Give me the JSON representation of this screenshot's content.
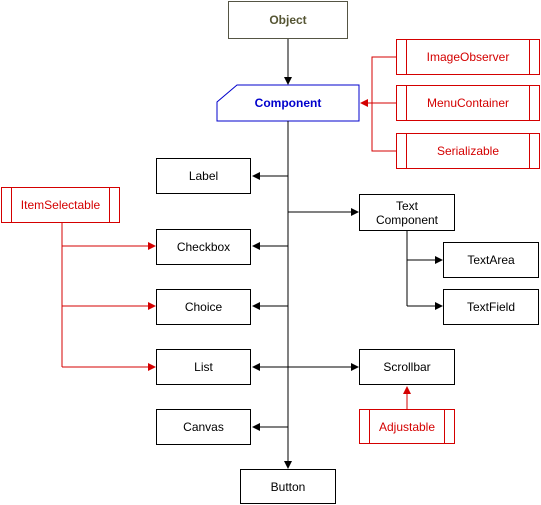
{
  "diagram": {
    "object": "Object",
    "component": "Component",
    "interfaces": {
      "image_observer": "ImageObserver",
      "menu_container": "MenuContainer",
      "serializable": "Serializable",
      "item_selectable": "ItemSelectable",
      "adjustable": "Adjustable"
    },
    "classes": {
      "label": "Label",
      "checkbox": "Checkbox",
      "choice": "Choice",
      "list": "List",
      "canvas": "Canvas",
      "button": "Button",
      "text_component": "Text\nComponent",
      "text_area": "TextArea",
      "text_field": "TextField",
      "scrollbar": "Scrollbar"
    },
    "colors": {
      "class_border": "#000000",
      "interface": "#d40000",
      "abstract": "#0000cc",
      "root": "#555533"
    }
  }
}
